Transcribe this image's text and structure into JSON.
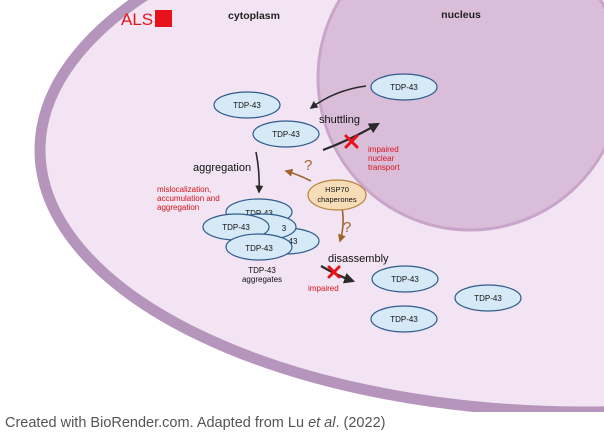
{
  "labels": {
    "disease": "ALS",
    "cytoplasm": "cytoplasm",
    "nucleus": "nucleus",
    "shuttling": "shuttling",
    "aggregation": "aggregation",
    "disassembly": "disassembly",
    "impaired_nuclear_transport": [
      "impaired",
      "nuclear",
      "transport"
    ],
    "mislocalization": [
      "mislocalization,",
      "accumulation and",
      "aggregation"
    ],
    "aggregates": [
      "TDP-43",
      "aggregates"
    ],
    "impaired": "impaired",
    "question_mark": "?"
  },
  "protein": {
    "name": "TDP-43",
    "fragment": "43",
    "fragment_short": "3"
  },
  "chaperone": [
    "HSP70",
    "chaperones"
  ],
  "colors": {
    "cell_fill": "#f2e4f2",
    "cell_border": "#b595bb",
    "nucleus_fill": "#d9bdd9",
    "protein_fill": "#d6e9f6",
    "protein_stroke": "#2f5b8c",
    "chaperone_fill": "#f6ddb8",
    "chaperone_stroke": "#b8823d",
    "alert_red": "#e8121b",
    "arrow_dark": "#2a2a2a",
    "arrow_brown": "#a0622a"
  },
  "caption": {
    "prefix": "Created with BioRender.com. Adapted from Lu ",
    "italic": "et al",
    "suffix": ". (2022)"
  }
}
